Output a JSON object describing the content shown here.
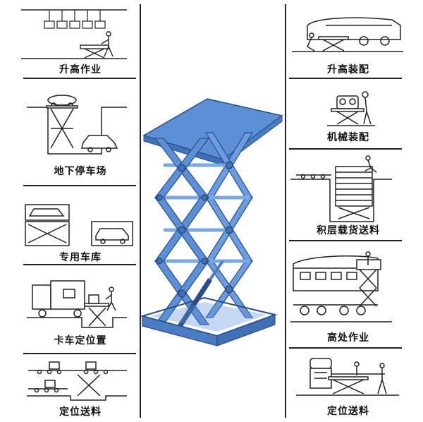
{
  "left_panels": [
    {
      "caption": "升高作业"
    },
    {
      "caption": "地下停车场"
    },
    {
      "caption": "专用车库"
    },
    {
      "caption": "卡车定位置"
    },
    {
      "caption": "定位送料"
    }
  ],
  "right_panels": [
    {
      "caption": "升高装配"
    },
    {
      "caption": "机械装配"
    },
    {
      "caption": "积层载货送料"
    },
    {
      "caption": "高处作业"
    },
    {
      "caption": "定位送料"
    }
  ],
  "colors": {
    "lift_blue": "#5b8fd6",
    "lift_dark": "#2b4f86",
    "ink": "#222222"
  }
}
